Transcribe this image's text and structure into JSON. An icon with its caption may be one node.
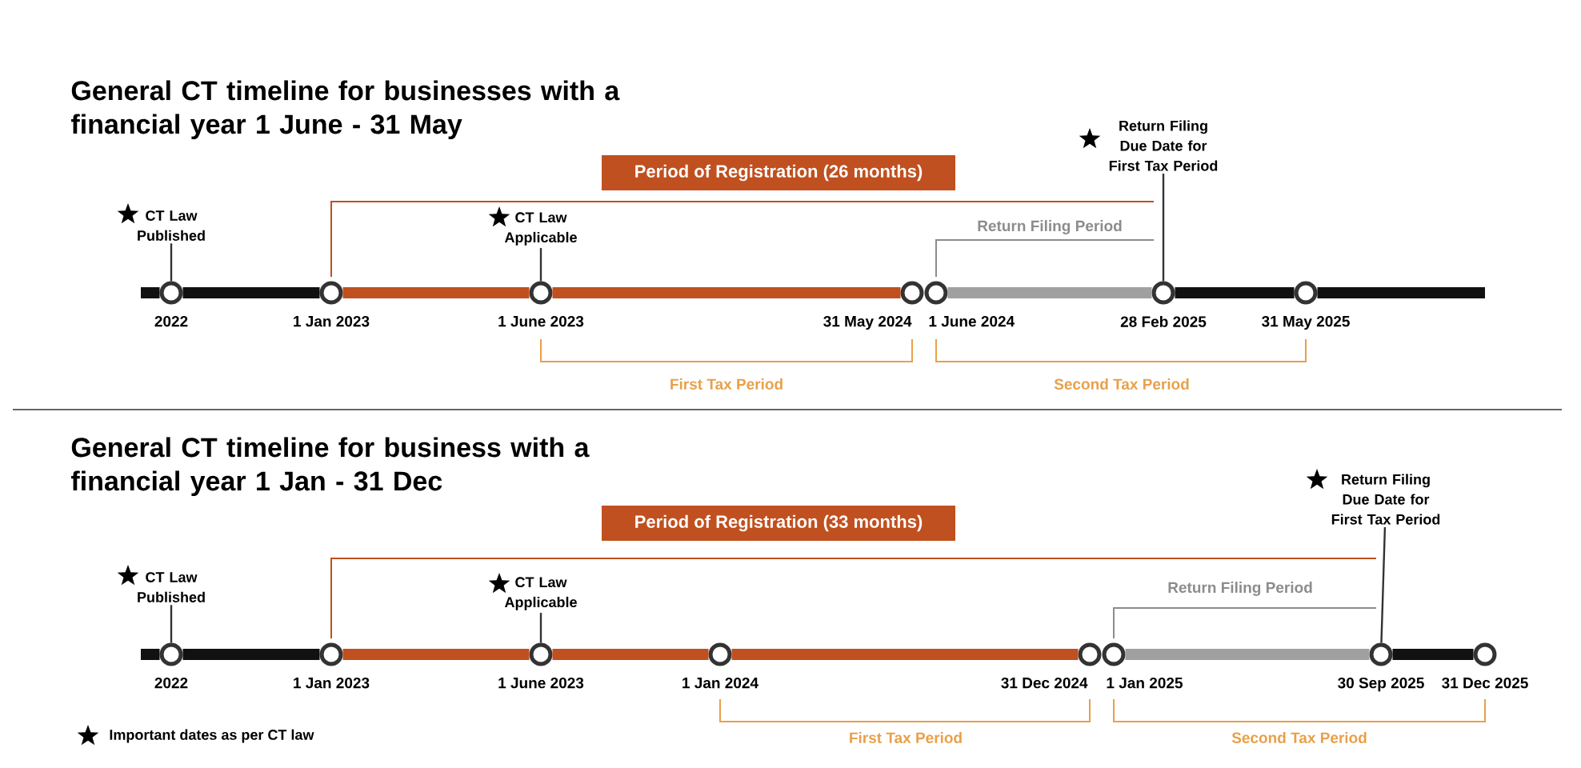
{
  "diagram": {
    "nodes": [
      {
        "text": [
          "Period of Registration (26 months)"
        ]
      },
      {
        "text": [
          "Return Filing Due Date for First Tax Period"
        ]
      },
      {
        "text": [
          "CT Law Published"
        ]
      },
      {
        "text": [
          "CT Law Applicable"
        ]
      },
      {
        "text": [],
        "shape": "circle",
        "beside": [
          "2022"
        ]
      },
      {
        "text": [],
        "shape": "circle",
        "beside": [
          "1 Jan 2023"
        ]
      },
      {
        "text": [],
        "shape": "circle",
        "beside": [
          "1 June 2023"
        ]
      },
      {
        "text": [],
        "shape": "circle",
        "beside": [
          "31 May 2024"
        ]
      },
      {
        "text": [],
        "shape": "circle",
        "beside": [
          "1 June 2024"
        ]
      },
      {
        "text": [],
        "shape": "circle",
        "beside": [
          "28 Feb 2025"
        ]
      },
      {
        "text": [],
        "shape": "circle",
        "beside": [
          "31 May 2025"
        ]
      },
      {
        "text": [
          "Period of Registration (33 months)"
        ]
      },
      {
        "text": [
          "Return Filing Due Date for First Tax Period"
        ]
      },
      {
        "text": [
          "CT Law Published"
        ]
      },
      {
        "text": [
          "CT Law Applicable"
        ]
      },
      {
        "text": [],
        "shape": "circle",
        "beside": [
          "2022"
        ]
      },
      {
        "text": [],
        "shape": "circle",
        "beside": [
          "1 Jan 2023"
        ]
      },
      {
        "text": [],
        "shape": "circle",
        "beside": [
          "1 June 2023"
        ]
      },
      {
        "text": [],
        "shape": "circle",
        "beside": [
          "1 Jan 2024"
        ]
      },
      {
        "text": [],
        "shape": "circle",
        "beside": [
          "31 Dec 2024"
        ]
      },
      {
        "text": [],
        "shape": "circle",
        "beside": [
          "1 Jan 2025"
        ]
      },
      {
        "text": [],
        "shape": "circle",
        "beside": [
          "30 Sep 2025"
        ]
      },
      {
        "text": [],
        "shape": "circle",
        "beside": [
          "31 Dec 2025"
        ]
      }
    ],
    "edges": [
      {
        "from": 2,
        "to": 4,
        "arrow": "none"
      },
      {
        "from": 3,
        "to": 6,
        "arrow": "none"
      },
      {
        "from": 1,
        "to": 9,
        "arrow": "none"
      },
      {
        "from": null,
        "to": 4,
        "arrow": "none",
        "color": "#111111"
      },
      {
        "from": 4,
        "to": 5,
        "arrow": "none",
        "color": "#111111"
      },
      {
        "from": 5,
        "to": 6,
        "arrow": "none",
        "color": "#c0501f"
      },
      {
        "from": 6,
        "to": 7,
        "arrow": "none",
        "color": "#c0501f"
      },
      {
        "from": 8,
        "to": 9,
        "arrow": "none",
        "color": "#a0a0a0"
      },
      {
        "from": 9,
        "to": 10,
        "arrow": "none",
        "color": "#111111"
      },
      {
        "from": 10,
        "to": null,
        "arrow": "none",
        "color": "#111111"
      },
      {
        "from": 13,
        "to": 15,
        "arrow": "none"
      },
      {
        "from": 14,
        "to": 17,
        "arrow": "none"
      },
      {
        "from": 12,
        "to": 21,
        "arrow": "none"
      },
      {
        "from": null,
        "to": 15,
        "arrow": "none",
        "color": "#111111"
      },
      {
        "from": 15,
        "to": 16,
        "arrow": "none",
        "color": "#111111"
      },
      {
        "from": 16,
        "to": 17,
        "arrow": "none",
        "color": "#c0501f"
      },
      {
        "from": 17,
        "to": 18,
        "arrow": "none",
        "color": "#c0501f"
      },
      {
        "from": 18,
        "to": 19,
        "arrow": "none",
        "color": "#c0501f"
      },
      {
        "from": 20,
        "to": 21,
        "arrow": "none",
        "color": "#a0a0a0"
      },
      {
        "from": 21,
        "to": 22,
        "arrow": "none",
        "color": "#111111"
      }
    ],
    "labels": [
      "General CT timeline for businesses with a financial year 1 June - 31 May",
      "Return Filing Period",
      "First Tax Period",
      "Second Tax Period",
      "General CT timeline for business with a financial year 1 Jan - 31 Dec",
      "Return Filing Period",
      "First Tax Period",
      "Second Tax Period"
    ],
    "legend": [
      {
        "text": "Important dates as per CT law"
      }
    ]
  }
}
